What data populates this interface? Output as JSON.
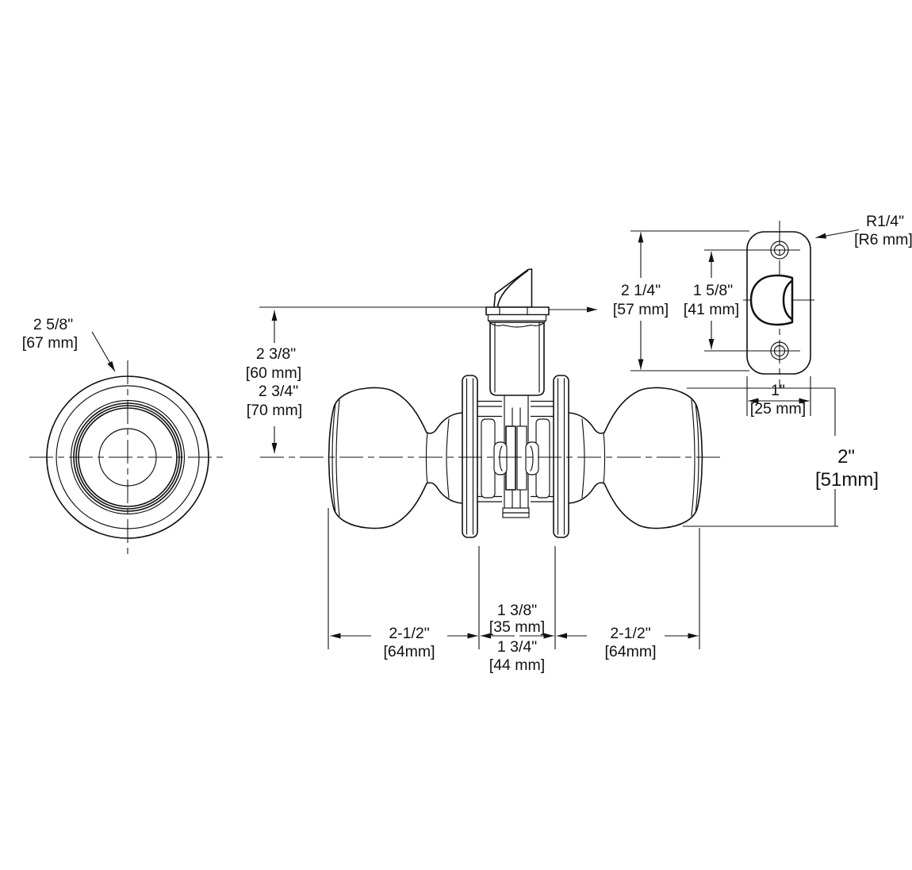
{
  "drawing": {
    "type": "technical-dimension-drawing",
    "subject": "door knob passage set with latch bolt and strike plate",
    "line_color": "#111111",
    "background_color": "#ffffff"
  },
  "views": {
    "front_view": {
      "diameter_in": "2 5/8\"",
      "diameter_mm": "[67 mm]"
    },
    "side_view": {
      "height_upper_in": "2 3/8\"",
      "height_upper_mm": "[60 mm]",
      "height_lower_in": "2 3/4\"",
      "height_lower_mm": "[70 mm]",
      "knob_diameter_in": "2\"",
      "knob_diameter_mm": "[51mm]",
      "left_projection_in": "2-1/2\"",
      "left_projection_mm": "[64mm]",
      "door_thickness_min_in": "1 3/8\"",
      "door_thickness_min_mm": "[35 mm]",
      "door_thickness_max_in": "1 3/4\"",
      "door_thickness_max_mm": "[44 mm]",
      "right_projection_in": "2-1/2\"",
      "right_projection_mm": "[64mm]"
    },
    "strike_plate_view": {
      "height_in": "2 1/4\"",
      "height_mm": "[57 mm]",
      "screw_spacing_in": "1 5/8\"",
      "screw_spacing_mm": "[41 mm]",
      "corner_radius_in": "R1/4\"",
      "corner_radius_mm": "[R6 mm]",
      "width_in": "1\"",
      "width_mm": "[25 mm]"
    }
  }
}
